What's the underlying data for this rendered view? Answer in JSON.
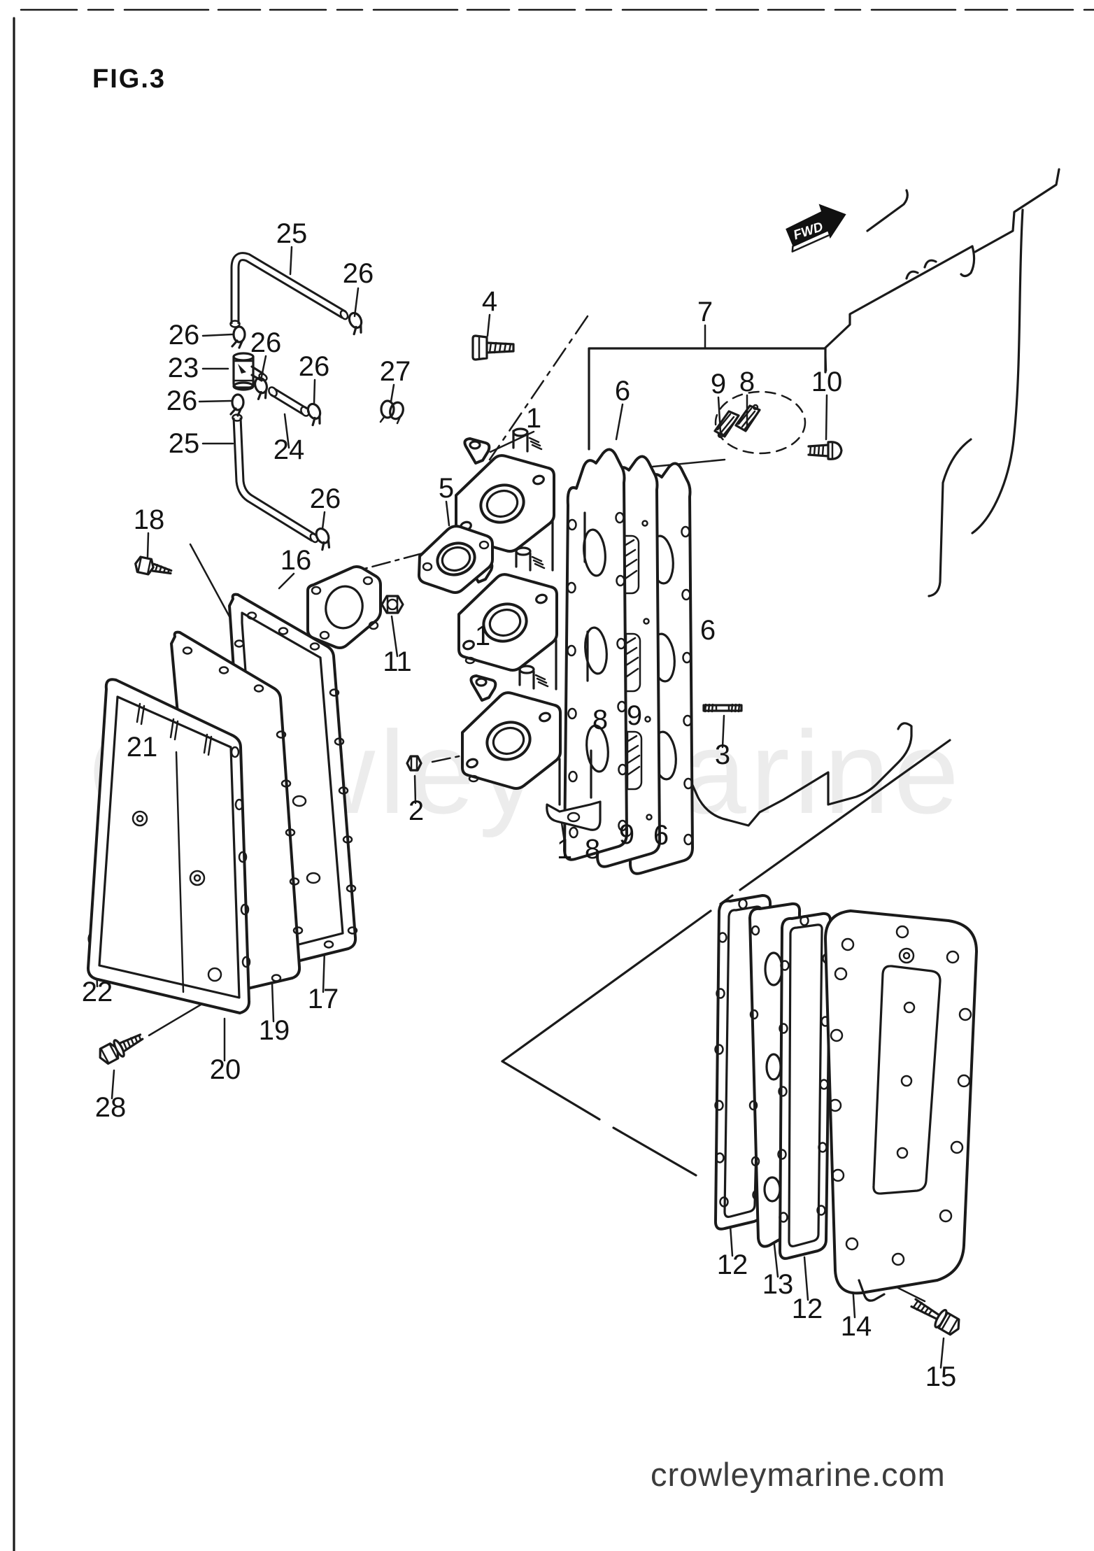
{
  "figure": {
    "title": "FIG.3"
  },
  "branding": {
    "watermark": "Crowley Marine",
    "site": "crowleymarine.com"
  },
  "fwd": {
    "label": "FWD"
  },
  "colors": {
    "ink": "#1a1a1a",
    "paper": "#ffffff",
    "watermark": "#ececec",
    "footer_text": "#3c3c3c"
  },
  "callouts": {
    "c25a": {
      "n": "25"
    },
    "c25b": {
      "n": "25"
    },
    "c26a": {
      "n": "26"
    },
    "c26b": {
      "n": "26"
    },
    "c26c": {
      "n": "26"
    },
    "c26d": {
      "n": "26"
    },
    "c26e": {
      "n": "26"
    },
    "c26f": {
      "n": "26"
    },
    "c23": {
      "n": "23"
    },
    "c24": {
      "n": "24"
    },
    "c27": {
      "n": "27"
    },
    "c18": {
      "n": "18"
    },
    "c16": {
      "n": "16"
    },
    "c5": {
      "n": "5"
    },
    "c4": {
      "n": "4"
    },
    "c7": {
      "n": "7"
    },
    "c9a": {
      "n": "9"
    },
    "c9b": {
      "n": "9"
    },
    "c9c": {
      "n": "9"
    },
    "c8a": {
      "n": "8"
    },
    "c8b": {
      "n": "8"
    },
    "c8c": {
      "n": "8"
    },
    "c6a": {
      "n": "6"
    },
    "c6b": {
      "n": "6"
    },
    "c6c": {
      "n": "6"
    },
    "c1a": {
      "n": "1"
    },
    "c1b": {
      "n": "1"
    },
    "c1c": {
      "n": "1"
    },
    "c10": {
      "n": "10"
    },
    "c11": {
      "n": "11"
    },
    "c2": {
      "n": "2"
    },
    "c21": {
      "n": "21"
    },
    "c3": {
      "n": "3"
    },
    "c22": {
      "n": "22"
    },
    "c17": {
      "n": "17"
    },
    "c19": {
      "n": "19"
    },
    "c20": {
      "n": "20"
    },
    "c28": {
      "n": "28"
    },
    "c12a": {
      "n": "12"
    },
    "c12b": {
      "n": "12"
    },
    "c13": {
      "n": "13"
    },
    "c14": {
      "n": "14"
    },
    "c15": {
      "n": "15"
    }
  }
}
